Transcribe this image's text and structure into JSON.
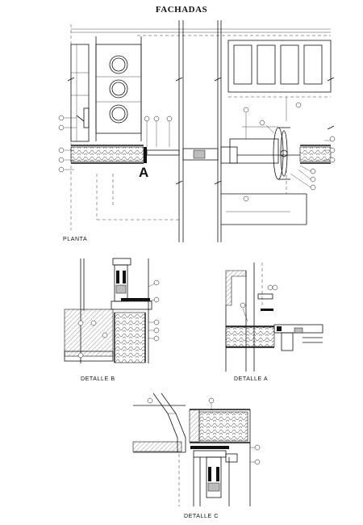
{
  "title": "FACHADAS",
  "labels": {
    "planta": "PLANTA",
    "section_mark": "A",
    "detalle_b": "DETALLE  B",
    "detalle_a": "DETALLE  A",
    "detalle_c": "DETALLE  C"
  }
}
